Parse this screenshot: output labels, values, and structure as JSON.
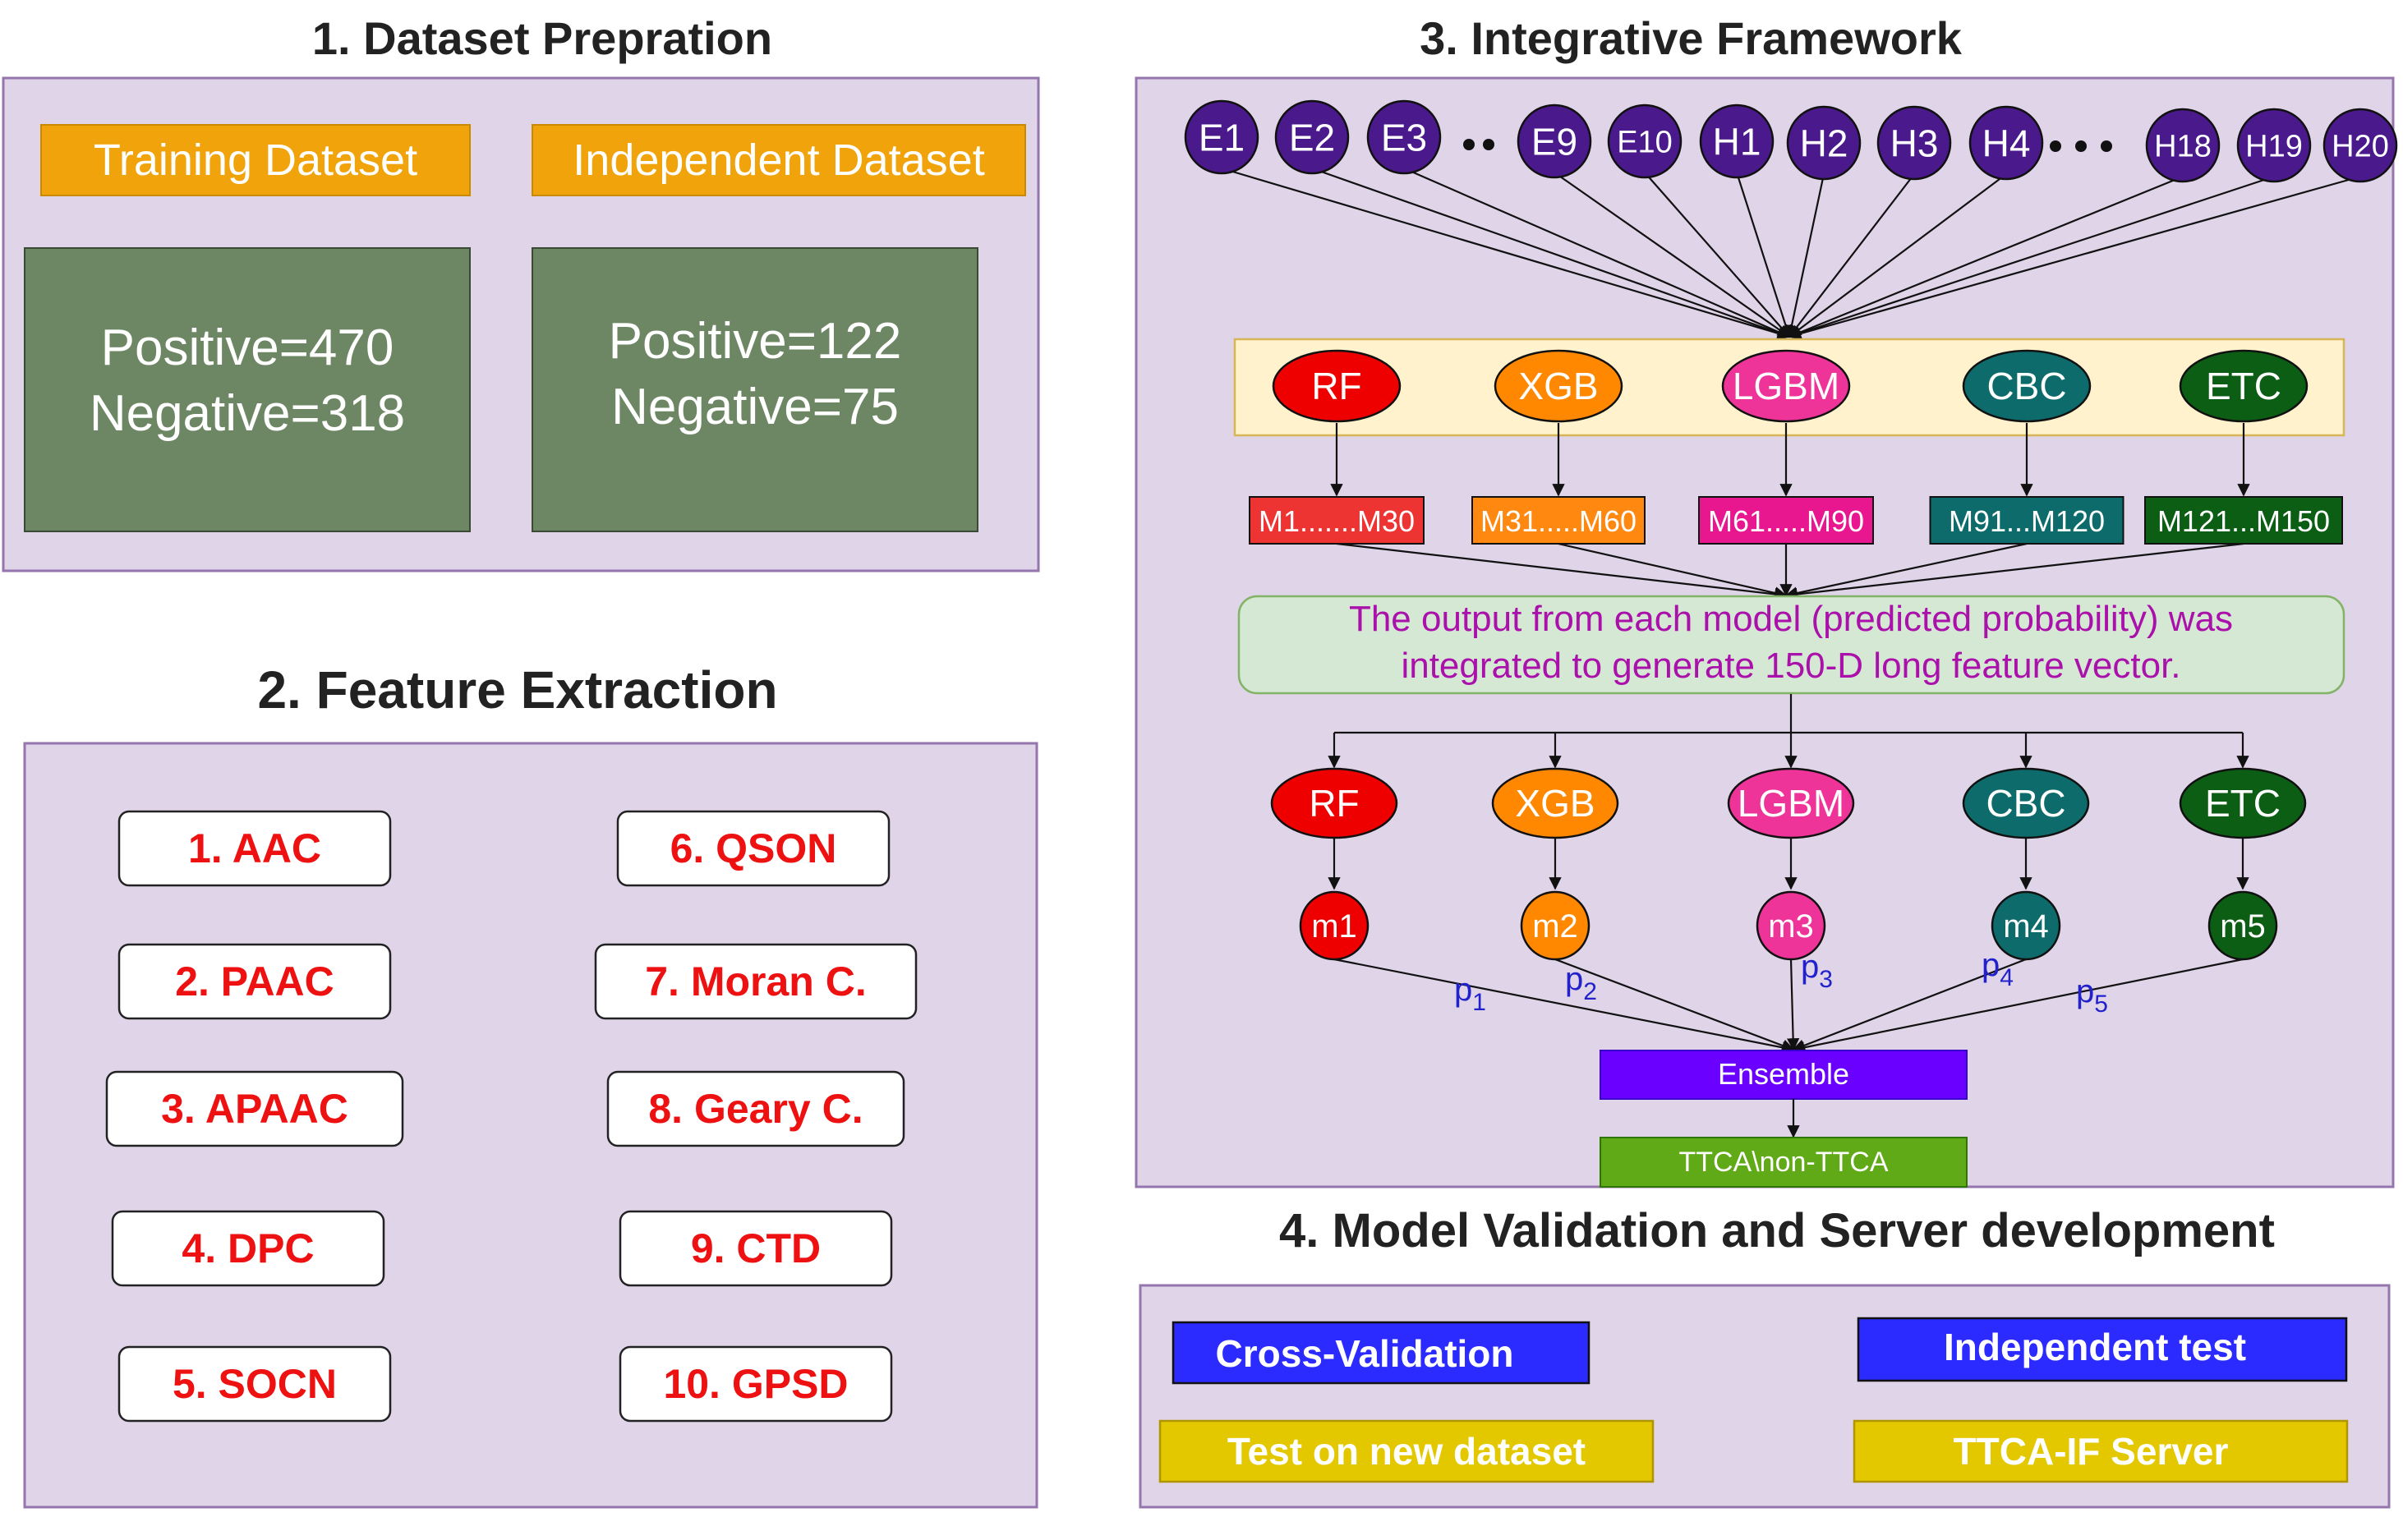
{
  "sections": {
    "dataset": {
      "title": "1. Dataset Prepration",
      "training_label": "Training Dataset",
      "independent_label": "Independent Dataset",
      "training_positive": "Positive=470",
      "training_negative": "Negative=318",
      "independent_positive": "Positive=122",
      "independent_negative": "Negative=75"
    },
    "features": {
      "title": "2. Feature Extraction",
      "items": [
        "1. AAC",
        "2. PAAC",
        "3. APAAC",
        "4. DPC",
        "5.  SOCN",
        "6. QSON",
        "7. Moran C.",
        "8. Geary C.",
        "9. CTD",
        "10. GPSD"
      ]
    },
    "framework": {
      "title": "3. Integrative Framework",
      "encodings": [
        "E1",
        "E2",
        "E3",
        "E9",
        "E10",
        "H1",
        "H2",
        "H3",
        "H4",
        "H18",
        "H19",
        "H20"
      ],
      "encoding_color": "#4a1a8c",
      "classifiers": [
        {
          "name": "RF",
          "color": "#ee0000",
          "models": "M1.......M30",
          "model_color": "#ee3333",
          "meta": "m1",
          "prob_base": "p",
          "prob_sub": "1"
        },
        {
          "name": "XGB",
          "color": "#ff8800",
          "models": "M31.....M60",
          "model_color": "#ff8811",
          "meta": "m2",
          "prob_base": "p",
          "prob_sub": "2"
        },
        {
          "name": "LGBM",
          "color": "#ee3399",
          "models": "M61.....M90",
          "model_color": "#e8168f",
          "meta": "m3",
          "prob_base": "p",
          "prob_sub": "3"
        },
        {
          "name": "CBC",
          "color": "#0e6b6b",
          "models": "M91...M120",
          "model_color": "#0e6b6b",
          "meta": "m4",
          "prob_base": "p",
          "prob_sub": "4"
        },
        {
          "name": "ETC",
          "color": "#0b5e14",
          "models": "M121...M150",
          "model_color": "#0b5e14",
          "meta": "m5",
          "prob_base": "p",
          "prob_sub": "5"
        }
      ],
      "integration_text_line1": "The output from each model (predicted probability) was",
      "integration_text_line2": "integrated to generate 150-D long feature vector.",
      "ensemble_label": "Ensemble",
      "output_label": "TTCA\\non-TTCA"
    },
    "validation": {
      "title": "4. Model Validation and Server development",
      "cross_validation": "Cross-Validation",
      "independent_test": "Independent test",
      "new_dataset": "Test on new dataset",
      "server": "TTCA-IF Server"
    }
  },
  "colors": {
    "panel_fill": "#e0d4e9",
    "dataset_label": "#f0a30a",
    "dataset_box": "#6d8764",
    "feature_text": "#ee1111",
    "integration_box": "#d5e8d4",
    "integration_text": "#aa10aa",
    "classifier_strip": "#fff2cc",
    "ensemble": "#6a00ff",
    "output": "#60a917",
    "blue_button": "#2b2bff",
    "gold_button": "#e3c800"
  }
}
